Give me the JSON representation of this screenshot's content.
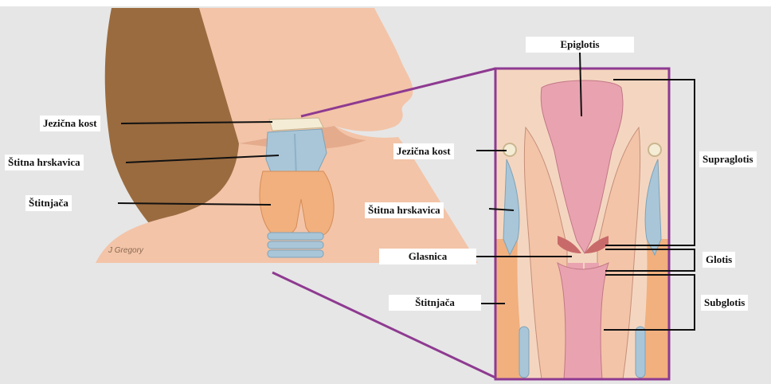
{
  "colors": {
    "background": "#e6e6e6",
    "skin": "#f3c4a8",
    "hair": "#9a6b3f",
    "zoom_frame": "#8e3a91",
    "mucosa": "#e9a3b0",
    "cartilage": "#a9c6d8",
    "thyroid": "#f1b07e"
  },
  "labels": {
    "left": {
      "hyoid": "Jezična kost",
      "thyroid_cartilage": "Štitna hrskavica",
      "thyroid_gland": "Štitnjača"
    },
    "right": {
      "epiglottis": "Epiglotis",
      "hyoid": "Jezična kost",
      "thyroid_cartilage": "Štitna hrskavica",
      "vocal_cord": "Glasnica",
      "thyroid_gland": "Štitnjača"
    },
    "regions": {
      "supraglottis": "Supraglotis",
      "glottis": "Glotis",
      "subglottis": "Subglotis"
    },
    "credit": "J Gregory"
  }
}
